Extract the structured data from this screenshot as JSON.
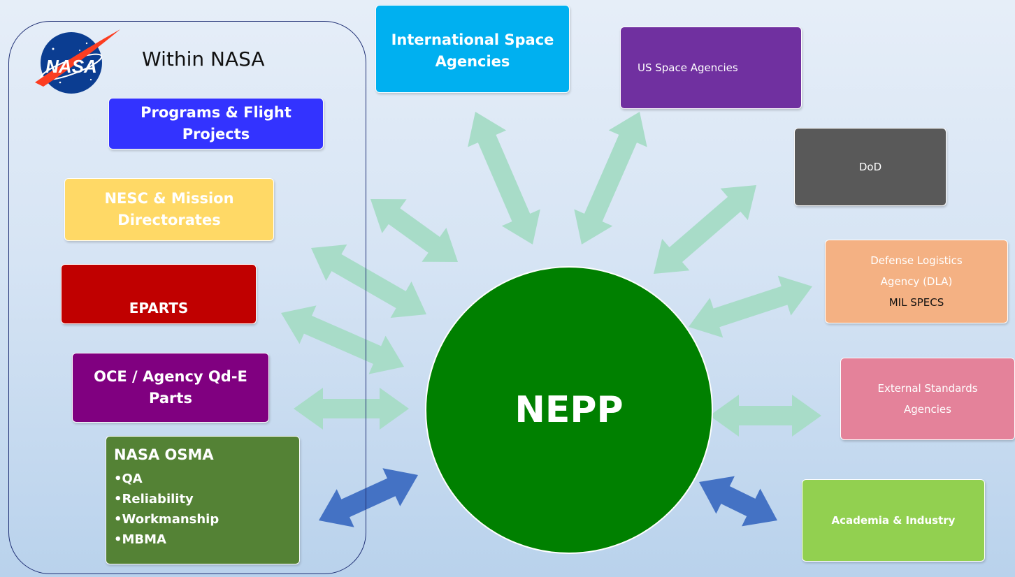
{
  "header": {
    "within_label": "Within NASA"
  },
  "center": {
    "label": "NEPP"
  },
  "internal": {
    "programs": "Programs & Flight Projects",
    "nesc": "NESC & Mission Directorates",
    "eparts": "EPARTS",
    "oce": "OCE / Agency Qd-E Parts",
    "osma": {
      "title": "NASA OSMA",
      "items": [
        "•QA",
        "•Reliability",
        "•Workmanship",
        "•MBMA"
      ]
    }
  },
  "external": {
    "international": "International Space Agencies",
    "us_space": "US Space Agencies",
    "dod": "DoD",
    "dla_line1": "Defense Logistics",
    "dla_line2": "Agency (DLA)",
    "dla_line3": "MIL SPECS",
    "standards_line1": "External Standards",
    "standards_line2": "Agencies",
    "academia": "Academia & Industry"
  },
  "logo": {
    "text": "NASA"
  },
  "colors": {
    "programs": "#3333ff",
    "nesc": "#ffd966",
    "eparts": "#c00000",
    "oce": "#800080",
    "osma": "#548235",
    "international": "#00b0f0",
    "us_space": "#7030a0",
    "dod": "#595959",
    "dla": "#f4b183",
    "standards": "#e4829a",
    "academia": "#92d050",
    "nepp": "#008000",
    "arrow_light": "#a8dcc8",
    "arrow_blue": "#4472c4"
  }
}
